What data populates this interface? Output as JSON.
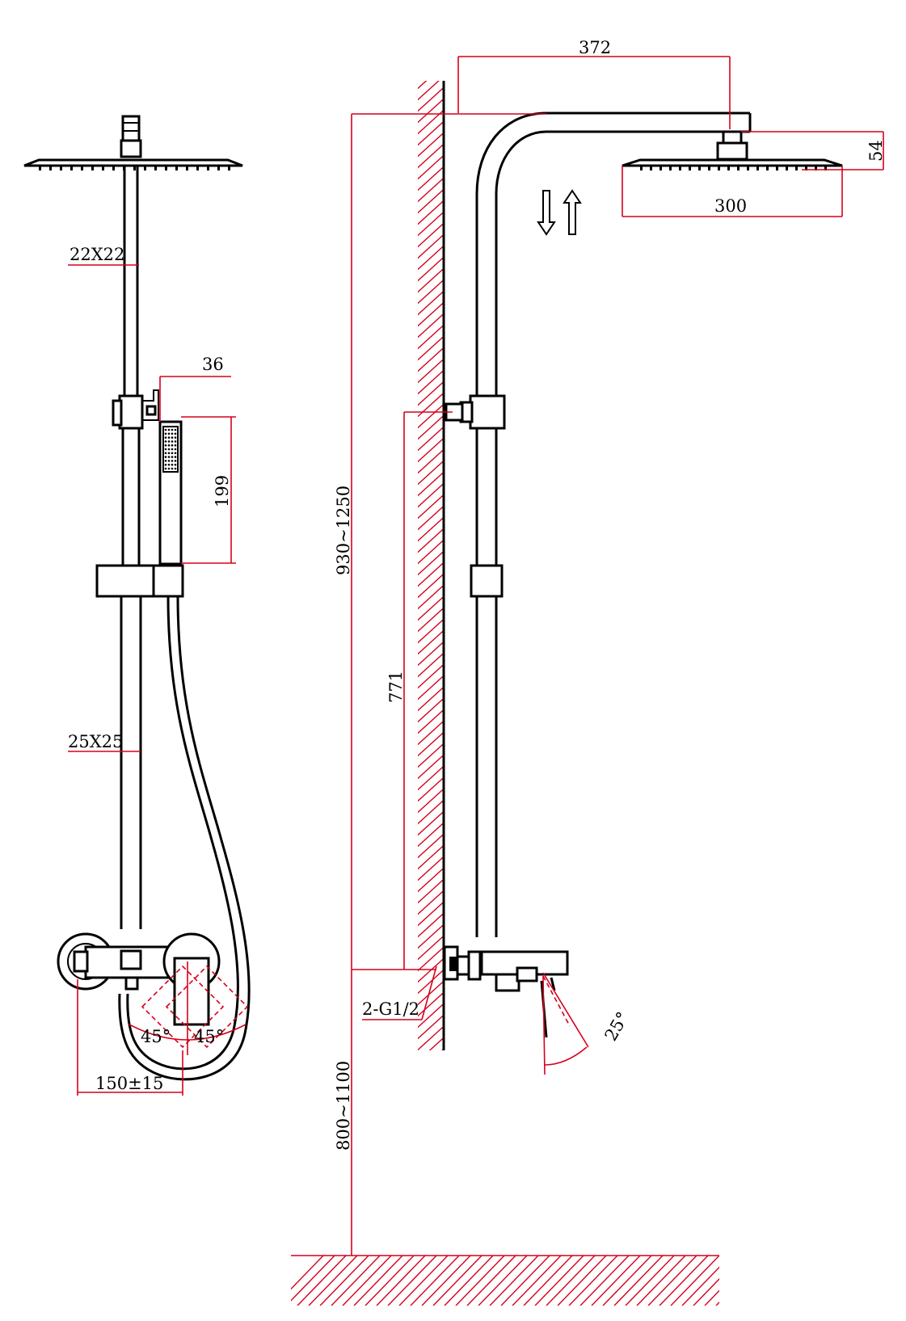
{
  "colors": {
    "line": "#000000",
    "dimension": "#d6001c",
    "background": "#ffffff"
  },
  "front_view": {
    "upper_tube": "22X22",
    "lower_tube": "25X25",
    "handshower_width": "36",
    "handshower_length": "199",
    "angle_left": "45°",
    "angle_right": "45°",
    "inlet_spacing": "150±15"
  },
  "side_view": {
    "arm_reach": "372",
    "head_height": "54",
    "head_diameter": "300",
    "total_height": "930~1250",
    "slide_distance": "771",
    "inlet_connection": "2-G1/2",
    "lever_angle": "25°",
    "mount_height": "800~1100",
    "adjust_icon": "up-down-arrows-icon"
  }
}
